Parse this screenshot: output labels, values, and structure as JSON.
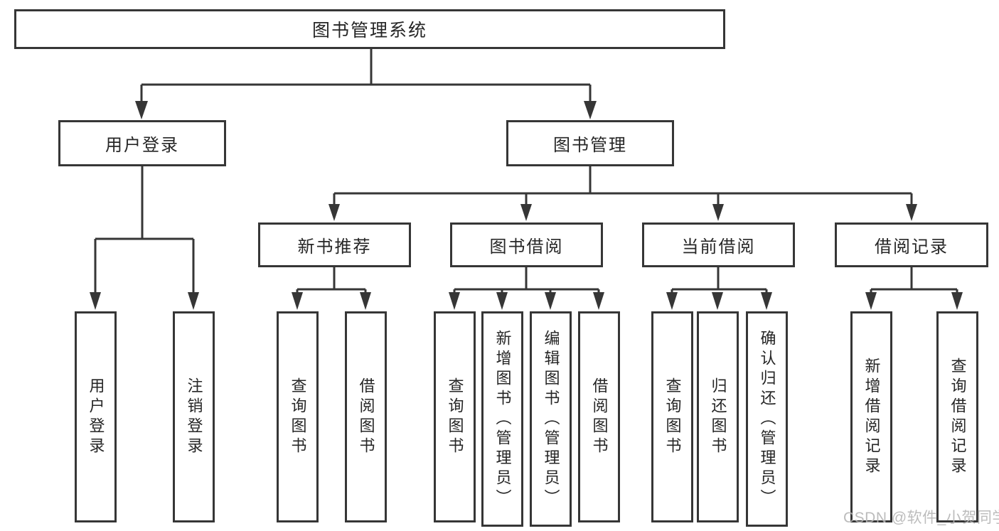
{
  "colors": {
    "line": "#363636",
    "text": "#262626",
    "watermark": "#b5b5b5",
    "background": "#ffffff"
  },
  "diagram": {
    "type": "hierarchy-tree",
    "root": {
      "label": "图书管理系统"
    },
    "level1": {
      "user_login": {
        "label": "用户登录"
      },
      "book_management": {
        "label": "图书管理"
      }
    },
    "level2": {
      "new_book_recommend": {
        "label": "新书推荐"
      },
      "book_borrowing": {
        "label": "图书借阅"
      },
      "current_borrowing": {
        "label": "当前借阅"
      },
      "borrowing_records": {
        "label": "借阅记录"
      }
    },
    "leaves": {
      "user_login": [
        "用户登录",
        "注销登录"
      ],
      "new_book_recommend": [
        "查询图书",
        "借阅图书"
      ],
      "book_borrowing": [
        "查询图书",
        "新增图书（管理员）",
        "编辑图书（管理员）",
        "借阅图书"
      ],
      "current_borrowing": [
        "查询图书",
        "归还图书",
        "确认归还（管理员）"
      ],
      "borrowing_records": [
        "新增借阅记录",
        "查询借阅记录"
      ]
    }
  },
  "watermark": {
    "text": "CSDN @软件_小贺同学"
  }
}
